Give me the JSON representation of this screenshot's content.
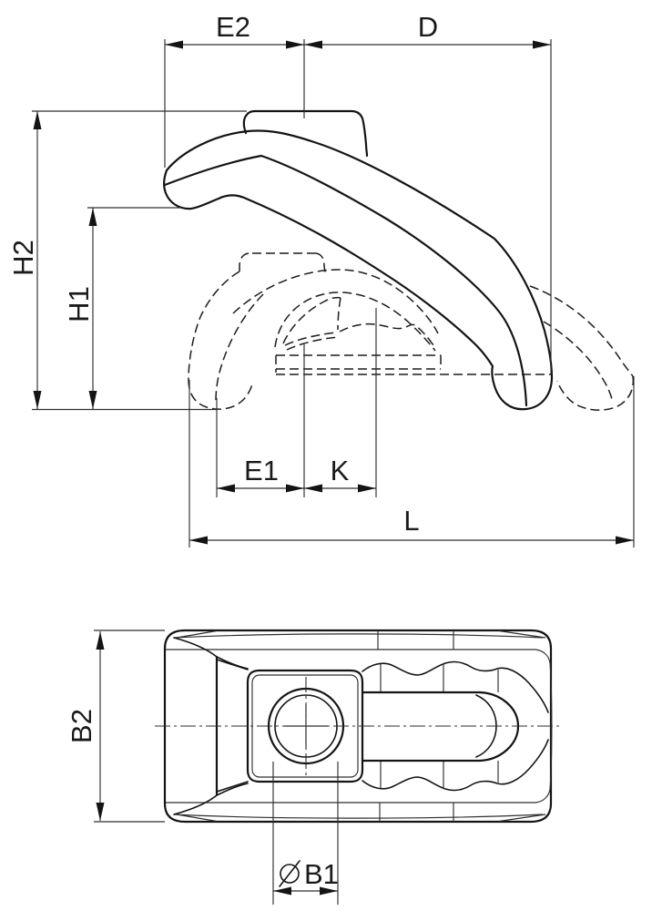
{
  "drawing": {
    "kind": "technical-drawing-two-views",
    "dimensions": {
      "side_view": {
        "e2": "E2",
        "d": "D",
        "h2": "H2",
        "h1": "H1",
        "e1": "E1",
        "k": "K",
        "l": "L"
      },
      "top_view": {
        "b2": "B2",
        "b1": "B1",
        "b1_prefix": "∅"
      }
    },
    "style": {
      "line_color": "#141414",
      "thin_line_color": "#2e2e2e",
      "background": "#ffffff"
    }
  }
}
